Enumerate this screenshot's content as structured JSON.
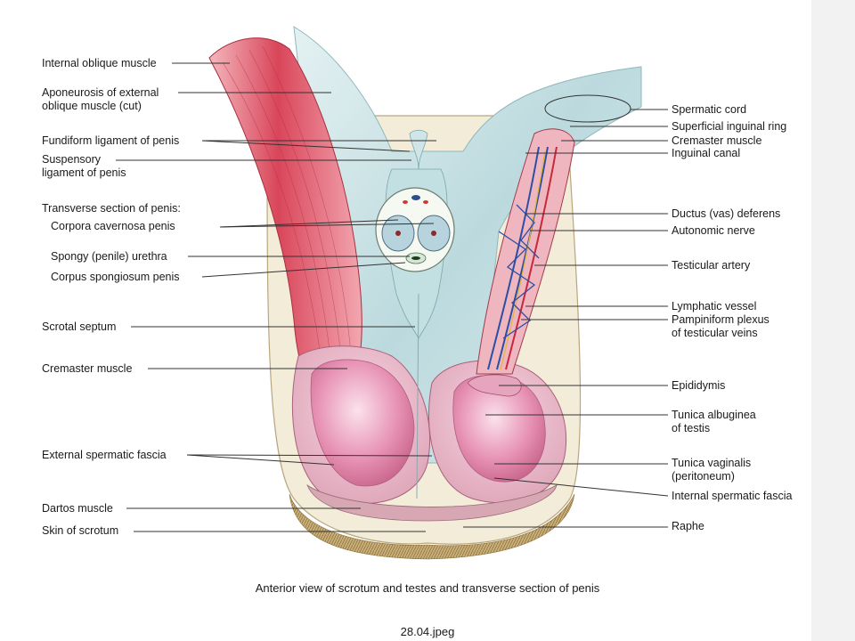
{
  "left_labels": [
    {
      "id": "internal-oblique-muscle",
      "lines": [
        "Internal oblique muscle"
      ]
    },
    {
      "id": "aponeurosis-external-oblique",
      "lines": [
        "Aponeurosis of external",
        "oblique muscle (cut)"
      ]
    },
    {
      "id": "fundiform-ligament",
      "lines": [
        "Fundiform ligament of penis"
      ]
    },
    {
      "id": "suspensory-ligament",
      "lines": [
        "Suspensory",
        "ligament of penis"
      ]
    },
    {
      "id": "transverse-section-heading",
      "lines": [
        "Transverse section of penis:"
      ]
    },
    {
      "id": "corpora-cavernosa",
      "lines": [
        "Corpora cavernosa penis"
      ]
    },
    {
      "id": "spongy-urethra",
      "lines": [
        "Spongy (penile) urethra"
      ]
    },
    {
      "id": "corpus-spongiosum",
      "lines": [
        "Corpus spongiosum penis"
      ]
    },
    {
      "id": "scrotal-septum",
      "lines": [
        "Scrotal septum"
      ]
    },
    {
      "id": "cremaster-muscle-left",
      "lines": [
        "Cremaster muscle"
      ]
    },
    {
      "id": "external-spermatic-fascia",
      "lines": [
        "External spermatic fascia"
      ]
    },
    {
      "id": "dartos-muscle",
      "lines": [
        "Dartos muscle"
      ]
    },
    {
      "id": "skin-of-scrotum",
      "lines": [
        "Skin of scrotum"
      ]
    }
  ],
  "right_labels": [
    {
      "id": "spermatic-cord",
      "lines": [
        "Spermatic cord"
      ]
    },
    {
      "id": "superficial-inguinal-ring",
      "lines": [
        "Superficial inguinal ring"
      ]
    },
    {
      "id": "cremaster-muscle-right",
      "lines": [
        "Cremaster muscle"
      ]
    },
    {
      "id": "inguinal-canal",
      "lines": [
        "Inguinal canal"
      ]
    },
    {
      "id": "ductus-deferens",
      "lines": [
        "Ductus (vas) deferens"
      ]
    },
    {
      "id": "autonomic-nerve",
      "lines": [
        "Autonomic nerve"
      ]
    },
    {
      "id": "testicular-artery",
      "lines": [
        "Testicular artery"
      ]
    },
    {
      "id": "lymphatic-vessel",
      "lines": [
        "Lymphatic vessel"
      ]
    },
    {
      "id": "pampiniform-plexus",
      "lines": [
        "Pampiniform plexus",
        "of testicular veins"
      ]
    },
    {
      "id": "epididymis",
      "lines": [
        "Epididymis"
      ]
    },
    {
      "id": "tunica-albuginea",
      "lines": [
        "Tunica albuginea",
        "of testis"
      ]
    },
    {
      "id": "tunica-vaginalis",
      "lines": [
        "Tunica vaginalis",
        "(peritoneum)"
      ]
    },
    {
      "id": "internal-spermatic-fascia",
      "lines": [
        "Internal spermatic fascia"
      ]
    },
    {
      "id": "raphe",
      "lines": [
        "Raphe"
      ]
    }
  ],
  "caption": "Anterior view of scrotum and testes and transverse section of penis",
  "filename": "28.04.jpeg",
  "colors": {
    "muscle_red": "#d64a5a",
    "fascia_blue": "#c9e3e6",
    "testis_pink": "#e58fb0",
    "hair_brown": "#a88a4e",
    "vein_blue": "#2c4fa6",
    "artery_red": "#c8283a",
    "nerve_yellow": "#e0b53a",
    "leader_line": "#333333"
  }
}
